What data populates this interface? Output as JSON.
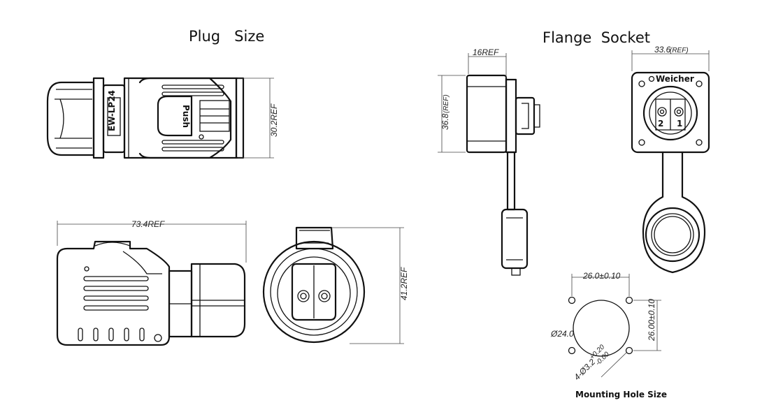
{
  "titles": {
    "plug": "Plug   Size",
    "flange": "Flange  Socket"
  },
  "plug": {
    "height_dim": "30.2REF",
    "length_dim": "73.4REF",
    "front_height_dim": "41.2REF",
    "model_mark": "EW-LP24",
    "push_mark": "Push"
  },
  "flange": {
    "depth_dim": "16REF",
    "height_dim_value": "36.8",
    "height_dim_ref": "(REF)",
    "width_dim_value": "33.6",
    "width_dim_ref": "(REF)",
    "brand": "Weicher",
    "pin_1": "1",
    "pin_2": "2"
  },
  "mounting": {
    "title": "Mounting Hole Size",
    "hole_spacing_h": "26.0±0.10",
    "hole_spacing_v": "26.00±0.10",
    "center_dia": "Ø24.0",
    "hole_dia": "4-Ø3.2",
    "hole_tol_plus": "+0.20",
    "hole_tol_minus": "-0.00"
  }
}
